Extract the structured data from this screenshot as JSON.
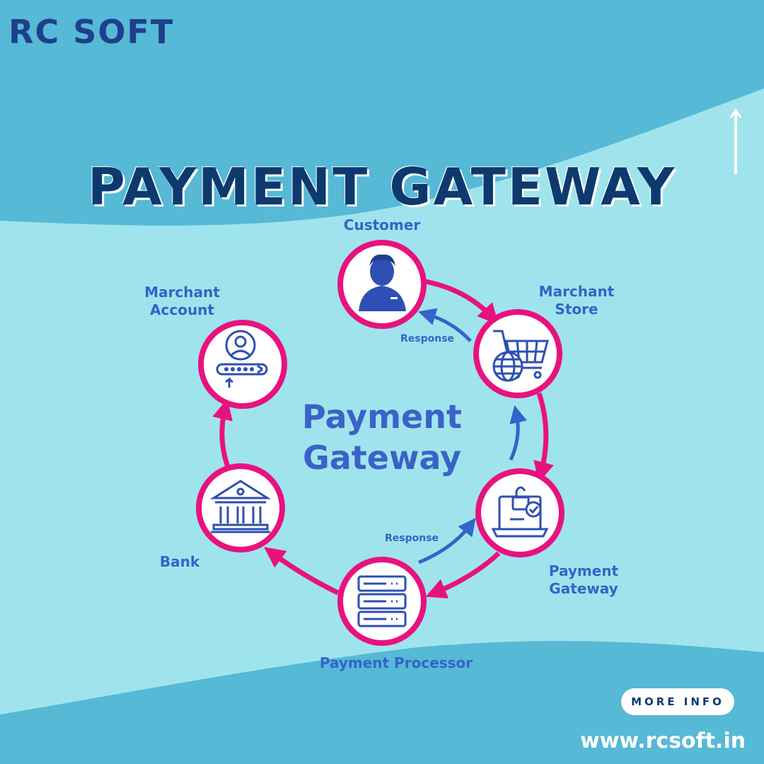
{
  "brand": {
    "logo_text": "RC SOFT",
    "website": "www.rcsoft.in"
  },
  "title": "PAYMENT GATEWAY",
  "center_title": "Payment\nGateway",
  "nodes": [
    {
      "label": "Customer",
      "icon": "customer-user-icon"
    },
    {
      "label": "Marchant\nStore",
      "icon": "shopping-cart-globe-icon"
    },
    {
      "label": "Payment\nGateway",
      "icon": "laptop-lock-check-icon"
    },
    {
      "label": "Payment Processor",
      "icon": "server-stack-icon"
    },
    {
      "label": "Bank",
      "icon": "bank-building-icon"
    },
    {
      "label": "Marchant\nAccount",
      "icon": "account-login-icon"
    }
  ],
  "responses": [
    "Response",
    "Response"
  ],
  "cta": {
    "more_info_label": "MORE INFO"
  },
  "colors": {
    "bg_dark": "#56b9d5",
    "bg_light": "#9fe4ec",
    "ring_pink": "#e8127f",
    "arrow_blue": "#3563c9",
    "title_navy": "#0d3a6e",
    "icon_blue": "#2e4fb3"
  }
}
